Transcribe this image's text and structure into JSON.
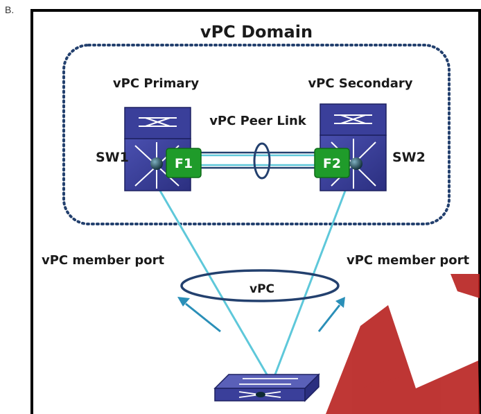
{
  "option_letter": "B.",
  "diagram": {
    "title": "vPC Domain",
    "primary_label": "vPC Primary",
    "secondary_label": "vPC Secondary",
    "peer_link_label": "vPC Peer Link",
    "sw1_label": "SW1",
    "sw2_label": "SW2",
    "f1_label": "F1",
    "f2_label": "F2",
    "member_port_left": "vPC member port",
    "member_port_right": "vPC member port",
    "vpc_label": "vPC",
    "colors": {
      "link": "#5ec8da",
      "switch": "#3a3f9a",
      "port_green": "#1f9b2a",
      "domain_border": "#23406e",
      "watermark": "#b8211f"
    }
  }
}
